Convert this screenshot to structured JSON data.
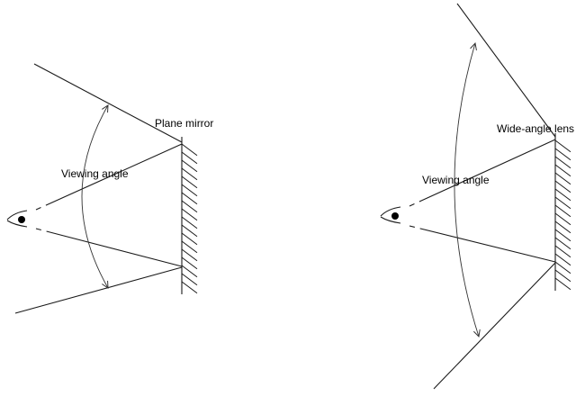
{
  "left_diagram": {
    "device_label": "Plane mirror",
    "angle_label": "Viewing angle"
  },
  "right_diagram": {
    "device_label": "Wide-angle lens",
    "angle_label": "Viewing angle"
  },
  "colors": {
    "ink": "#1a1a1a",
    "background": "#ffffff"
  }
}
